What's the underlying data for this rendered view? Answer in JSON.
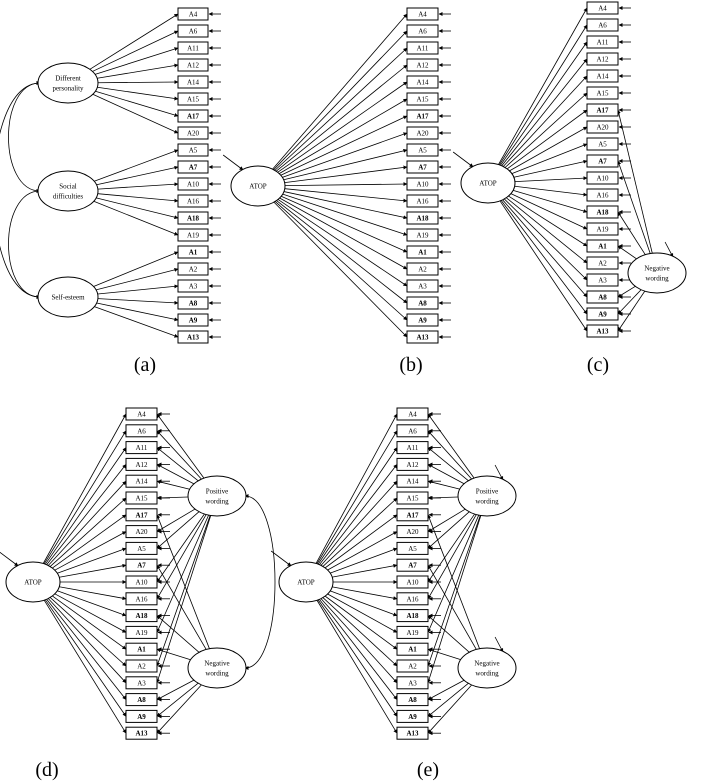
{
  "items": [
    {
      "id": "A4",
      "bold": false
    },
    {
      "id": "A6",
      "bold": false
    },
    {
      "id": "A11",
      "bold": false
    },
    {
      "id": "A12",
      "bold": false
    },
    {
      "id": "A14",
      "bold": false
    },
    {
      "id": "A15",
      "bold": false
    },
    {
      "id": "A17",
      "bold": true
    },
    {
      "id": "A20",
      "bold": false
    },
    {
      "id": "A5",
      "bold": false
    },
    {
      "id": "A7",
      "bold": true
    },
    {
      "id": "A10",
      "bold": false
    },
    {
      "id": "A16",
      "bold": false
    },
    {
      "id": "A18",
      "bold": true
    },
    {
      "id": "A19",
      "bold": false
    },
    {
      "id": "A1",
      "bold": true
    },
    {
      "id": "A2",
      "bold": false
    },
    {
      "id": "A3",
      "bold": false
    },
    {
      "id": "A8",
      "bold": true
    },
    {
      "id": "A9",
      "bold": true
    },
    {
      "id": "A13",
      "bold": true
    }
  ],
  "panels": [
    {
      "label": "(a)",
      "factors": [
        {
          "key": "different",
          "lines": [
            "Different",
            "personality"
          ],
          "items": [
            0,
            1,
            2,
            3,
            4,
            5,
            6,
            7
          ]
        },
        {
          "key": "social",
          "lines": [
            "Social",
            "difficulties"
          ],
          "items": [
            8,
            9,
            10,
            11,
            12,
            13
          ]
        },
        {
          "key": "selfesteem",
          "lines": [
            "Self-esteem"
          ],
          "items": [
            14,
            15,
            16,
            17,
            18,
            19
          ]
        }
      ],
      "correlations": [
        [
          "different",
          "social"
        ],
        [
          "social",
          "selfesteem"
        ],
        [
          "different",
          "selfesteem"
        ]
      ]
    },
    {
      "label": "(b)",
      "factors": [
        {
          "key": "atop",
          "lines": [
            "ATOP"
          ],
          "items": "all"
        }
      ],
      "correlations": []
    },
    {
      "label": "(c)",
      "factors": [
        {
          "key": "atop",
          "lines": [
            "ATOP"
          ],
          "items": "all"
        },
        {
          "key": "neg",
          "lines": [
            "Negative",
            "wording"
          ],
          "items": [
            6,
            9,
            12,
            14,
            17,
            18,
            19
          ]
        }
      ],
      "correlations": []
    },
    {
      "label": "(d)",
      "factors": [
        {
          "key": "atop",
          "lines": [
            "ATOP"
          ],
          "items": "all"
        },
        {
          "key": "pos",
          "lines": [
            "Positive",
            "wording"
          ],
          "items": [
            0,
            1,
            2,
            3,
            4,
            5,
            7,
            8,
            10,
            11,
            13,
            15,
            16
          ]
        },
        {
          "key": "neg",
          "lines": [
            "Negative",
            "wording"
          ],
          "items": [
            6,
            9,
            12,
            14,
            17,
            18,
            19
          ]
        }
      ],
      "correlations": [
        [
          "pos",
          "neg"
        ]
      ]
    },
    {
      "label": "(e)",
      "factors": [
        {
          "key": "atop",
          "lines": [
            "ATOP"
          ],
          "items": "all"
        },
        {
          "key": "pos",
          "lines": [
            "Positive",
            "wording"
          ],
          "items": [
            0,
            1,
            2,
            3,
            4,
            5,
            7,
            8,
            10,
            11,
            13,
            15,
            16
          ]
        },
        {
          "key": "neg",
          "lines": [
            "Negative",
            "wording"
          ],
          "items": [
            6,
            9,
            12,
            14,
            17,
            18,
            19
          ]
        }
      ],
      "correlations": []
    }
  ]
}
